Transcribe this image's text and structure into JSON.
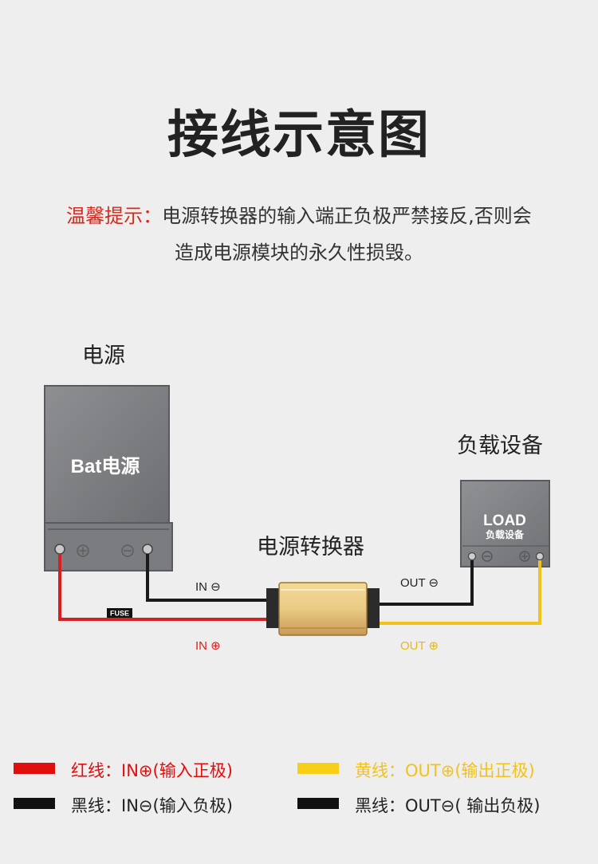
{
  "title": "接线示意图",
  "notice": {
    "label": "温馨提示：",
    "line1": "电源转换器的输入端正负极严禁接反,否则会",
    "line2": "造成电源模块的永久性损毁。"
  },
  "labels": {
    "source": "电源",
    "load": "负载设备",
    "converter": "电源转换器"
  },
  "devices": {
    "battery_text": "Bat电源",
    "load_text_1": "LOAD",
    "load_text_2": "负载设备",
    "fuse": "FUSE"
  },
  "wires": {
    "in_neg": "IN ⊖",
    "in_pos": "IN ⊕",
    "out_neg": "OUT ⊖",
    "out_pos": "OUT ⊕"
  },
  "legend": [
    {
      "text": "红线：IN⊕(输入正极)",
      "color": "#e20d0d"
    },
    {
      "text": "黄线：OUT⊕(输出正极)",
      "color": "#f7cf16"
    },
    {
      "text": "黑线：IN⊖(输入负极)",
      "color": "#111111"
    },
    {
      "text": "黑线：OUT⊖( 输出负极)",
      "color": "#111111"
    }
  ],
  "colors": {
    "red_wire": "#d81f1f",
    "yellow_wire": "#f0c21a",
    "black_wire": "#1a1a1a",
    "notice_red": "#d42a1e"
  }
}
